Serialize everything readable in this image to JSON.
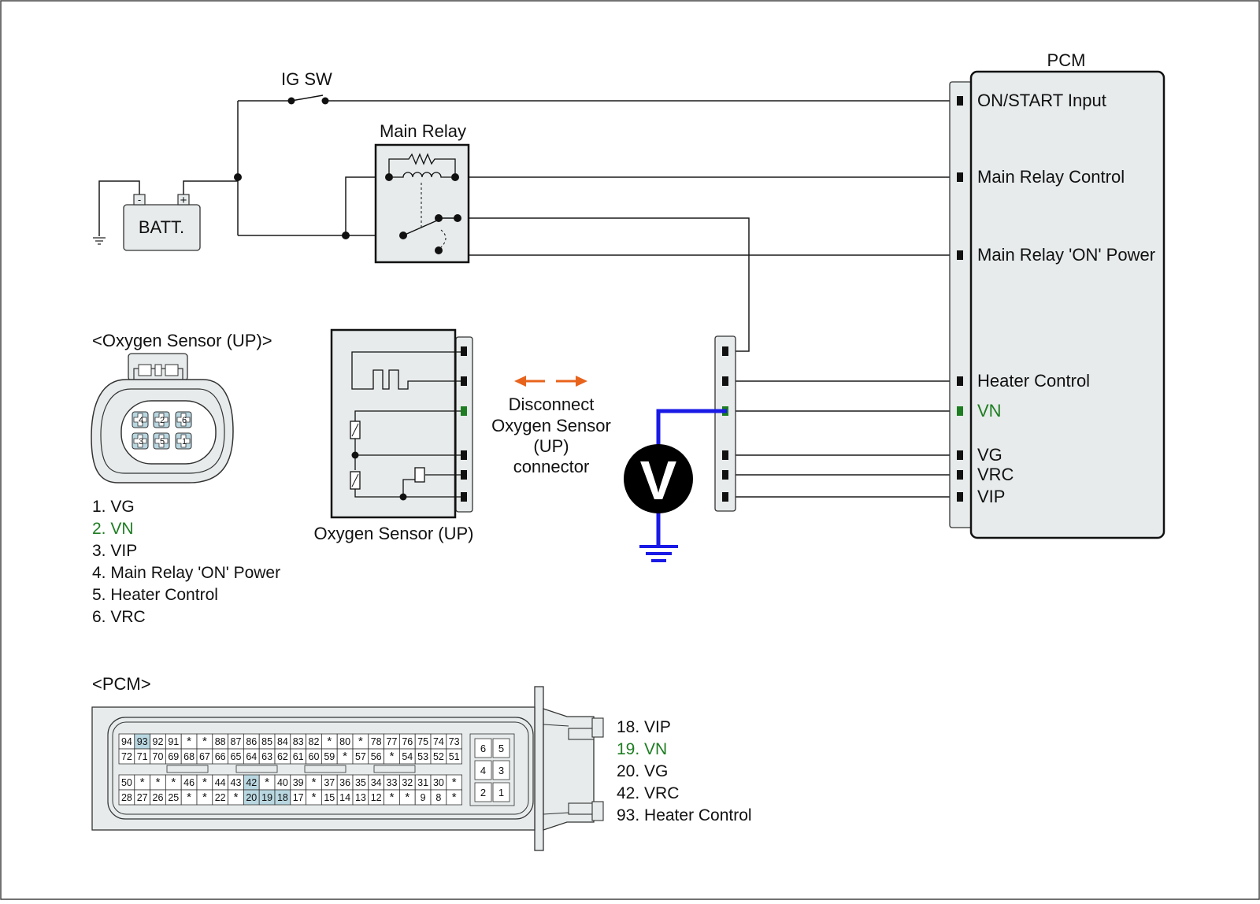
{
  "colors": {
    "component_fill": "#e7ebeb",
    "pin_highlight": "#b9d7e1",
    "highlight_text": "#1e7d22",
    "probe_wire": "#1a1ae6",
    "arrow": "#e8631c",
    "wire": "#1a1a1a"
  },
  "top": {
    "ig_sw": "IG SW",
    "main_relay": "Main Relay",
    "battery": "BATT.",
    "batt_minus": "-",
    "batt_plus": "+",
    "pcm_title": "PCM",
    "pcm_pins": [
      {
        "label": "ON/START Input",
        "highlight": false
      },
      {
        "label": "Main Relay Control",
        "highlight": false
      },
      {
        "label": "Main Relay 'ON' Power",
        "highlight": false
      },
      {
        "label": "Heater Control",
        "highlight": false
      },
      {
        "label": "VN",
        "highlight": true
      },
      {
        "label": "VG",
        "highlight": false
      },
      {
        "label": "VRC",
        "highlight": false
      },
      {
        "label": "VIP",
        "highlight": false
      }
    ],
    "o2_title": "<Oxygen Sensor (UP)>",
    "o2_caption": "Oxygen Sensor (UP)",
    "disconnect": [
      "Disconnect",
      "Oxygen Sensor",
      "(UP)",
      "connector"
    ],
    "voltmeter": "V"
  },
  "o2_legend": [
    {
      "text": "1. VG",
      "highlight": false
    },
    {
      "text": "2. VN",
      "highlight": true
    },
    {
      "text": "3. VIP",
      "highlight": false
    },
    {
      "text": "4. Main Relay 'ON' Power",
      "highlight": false
    },
    {
      "text": "5. Heater Control",
      "highlight": false
    },
    {
      "text": "6. VRC",
      "highlight": false
    }
  ],
  "o2_connector_pins": [
    "4",
    "2",
    "6",
    "3",
    "5",
    "1"
  ],
  "pcm_title": "<PCM>",
  "pcm_connector": {
    "highlighted": [
      "93",
      "42",
      "20",
      "19",
      "18"
    ],
    "rows": [
      [
        "94",
        "93",
        "92",
        "91",
        "*",
        "*",
        "88",
        "87",
        "86",
        "85",
        "84",
        "83",
        "82",
        "*",
        "80",
        "*",
        "78",
        "77",
        "76",
        "75",
        "74",
        "73"
      ],
      [
        "72",
        "71",
        "70",
        "69",
        "68",
        "67",
        "66",
        "65",
        "64",
        "63",
        "62",
        "61",
        "60",
        "59",
        "*",
        "57",
        "56",
        "*",
        "54",
        "53",
        "52",
        "51"
      ],
      [
        "50",
        "*",
        "*",
        "*",
        "46",
        "*",
        "44",
        "43",
        "42",
        "*",
        "40",
        "39",
        "*",
        "37",
        "36",
        "35",
        "34",
        "33",
        "32",
        "31",
        "30",
        "*"
      ],
      [
        "28",
        "27",
        "26",
        "25",
        "*",
        "*",
        "22",
        "*",
        "20",
        "19",
        "18",
        "17",
        "*",
        "15",
        "14",
        "13",
        "12",
        "*",
        "*",
        "9",
        "8",
        "*"
      ]
    ],
    "small_block": [
      [
        "6",
        "5"
      ],
      [
        "4",
        "3"
      ],
      [
        "2",
        "1"
      ]
    ]
  },
  "pcm_legend": [
    {
      "text": "18. VIP",
      "highlight": false
    },
    {
      "text": "19. VN",
      "highlight": true
    },
    {
      "text": "20. VG",
      "highlight": false
    },
    {
      "text": "42. VRC",
      "highlight": false
    },
    {
      "text": "93. Heater Control",
      "highlight": false
    }
  ]
}
